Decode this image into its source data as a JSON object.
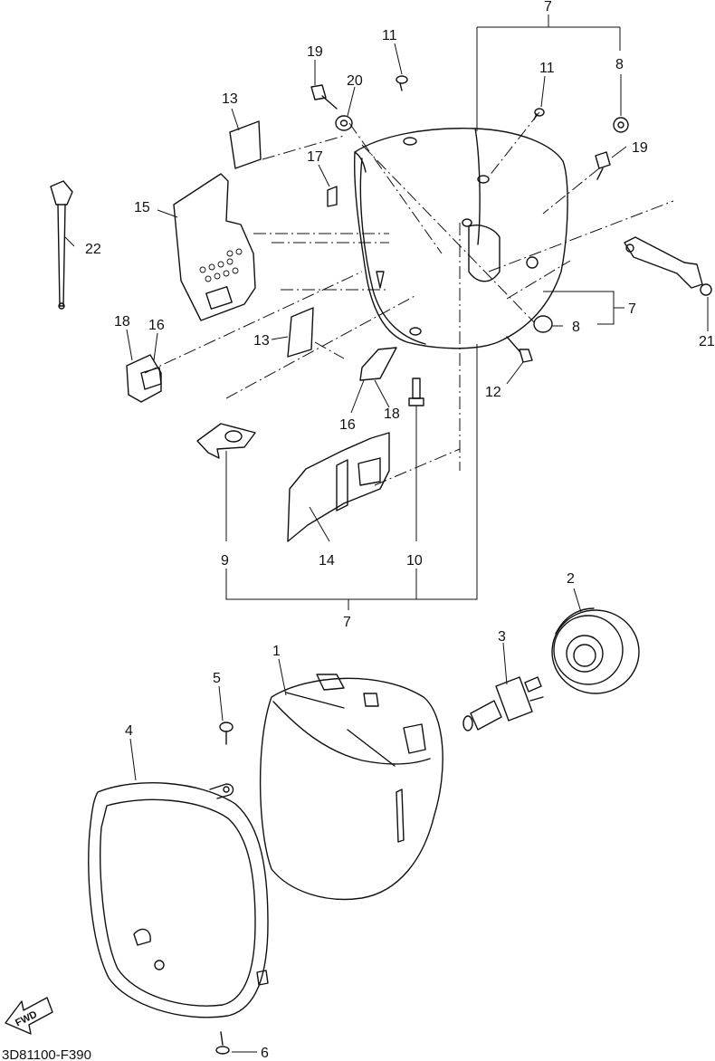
{
  "diagram": {
    "code": "3D81100-F390",
    "fwd_label": "FWD",
    "callouts": {
      "c1": "1",
      "c2": "2",
      "c3": "3",
      "c4": "4",
      "c5": "5",
      "c6": "6",
      "c7a": "7",
      "c7b": "7",
      "c7c": "7",
      "c8a": "8",
      "c8b": "8",
      "c9": "9",
      "c10": "10",
      "c11a": "11",
      "c11b": "11",
      "c12": "12",
      "c13a": "13",
      "c13b": "13",
      "c14": "14",
      "c15": "15",
      "c16a": "16",
      "c16b": "16",
      "c17": "17",
      "c18a": "18",
      "c18b": "18",
      "c19a": "19",
      "c19b": "19",
      "c20": "20",
      "c21": "21",
      "c22": "22"
    }
  }
}
